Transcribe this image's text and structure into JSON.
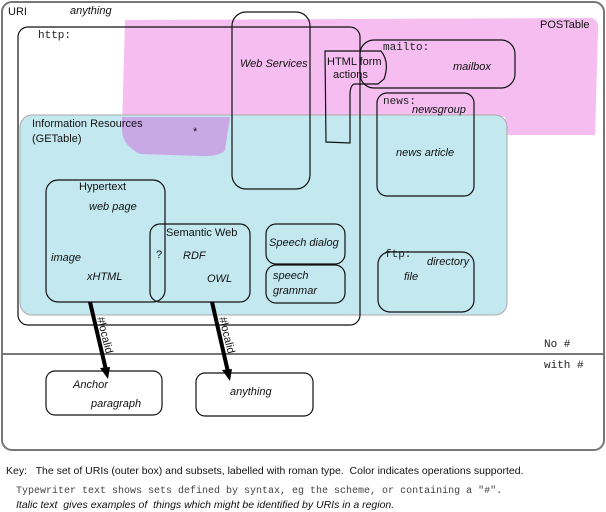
{
  "colors": {
    "postable": "#f5bdf0",
    "getable": "#c4e8f0",
    "overlap": "#c9a8e6",
    "border": "#777777"
  },
  "uri": {
    "label": "URI",
    "example": "anything"
  },
  "postable": {
    "label": "POSTable"
  },
  "http": {
    "label": "http:"
  },
  "web_services": {
    "label": "Web Services"
  },
  "html_form": {
    "line1": "HTML form",
    "line2": "actions"
  },
  "mailto": {
    "label": "mailto:",
    "example": "mailbox"
  },
  "news": {
    "label": "news:",
    "example1": "newsgroup",
    "example2": "news article"
  },
  "info_resources": {
    "line1": "Information Resources",
    "line2": "(GETable)",
    "star": "*"
  },
  "hypertext": {
    "label": "Hypertext",
    "examples": [
      "web page",
      "image",
      "xHTML"
    ]
  },
  "semantic_web": {
    "label": "Semantic Web",
    "question": "?",
    "examples": [
      "RDF",
      "OWL"
    ]
  },
  "speech_dialog": {
    "label": "Speech dialog"
  },
  "speech_grammar": {
    "line1": "speech",
    "line2": "grammar"
  },
  "ftp": {
    "label": "ftp:",
    "examples": [
      "directory",
      "file"
    ]
  },
  "regions": {
    "no_hash": "No #",
    "with_hash": "with #"
  },
  "arrows": {
    "label": "#localid"
  },
  "anchor": {
    "line1": "Anchor",
    "line2": "paragraph"
  },
  "anything_box": {
    "label": "anything"
  },
  "key": {
    "line1": "Key:   The set of URIs (outer box) and subsets, labelled with roman type.  Color indicates operations supported.",
    "line2": "Typewriter text shows sets defined by syntax, eg the scheme, or containing a \"#\".",
    "line3": "Italic text  gives examples of  things which might be identified by URIs in a region."
  }
}
